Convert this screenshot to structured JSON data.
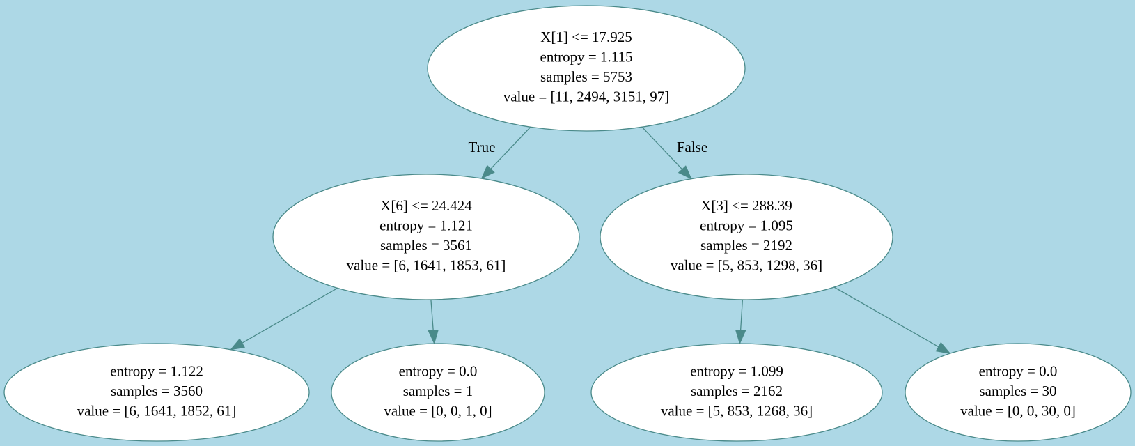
{
  "colors": {
    "background": "#add8e6",
    "node_fill": "#ffffff",
    "edge": "#4a8a8a"
  },
  "nodes": [
    {
      "id": "node-0",
      "lines": [
        "X[1] <= 17.925",
        "entropy = 1.115",
        "samples = 5753",
        "value = [11, 2494, 3151, 97]"
      ]
    },
    {
      "id": "node-1",
      "lines": [
        "X[6] <= 24.424",
        "entropy = 1.121",
        "samples = 3561",
        "value = [6, 1641, 1853, 61]"
      ]
    },
    {
      "id": "node-2",
      "lines": [
        "X[3] <= 288.39",
        "entropy = 1.095",
        "samples = 2192",
        "value = [5, 853, 1298, 36]"
      ]
    },
    {
      "id": "node-3",
      "lines": [
        "entropy = 1.122",
        "samples = 3560",
        "value = [6, 1641, 1852, 61]"
      ]
    },
    {
      "id": "node-4",
      "lines": [
        "entropy = 0.0",
        "samples = 1",
        "value = [0, 0, 1, 0]"
      ]
    },
    {
      "id": "node-5",
      "lines": [
        "entropy = 1.099",
        "samples = 2162",
        "value = [5, 853, 1268, 36]"
      ]
    },
    {
      "id": "node-6",
      "lines": [
        "entropy = 0.0",
        "samples = 30",
        "value = [0, 0, 30, 0]"
      ]
    }
  ],
  "edges": [
    {
      "from": "node-0",
      "to": "node-1",
      "label": "True"
    },
    {
      "from": "node-0",
      "to": "node-2",
      "label": "False"
    },
    {
      "from": "node-1",
      "to": "node-3",
      "label": ""
    },
    {
      "from": "node-1",
      "to": "node-4",
      "label": ""
    },
    {
      "from": "node-2",
      "to": "node-5",
      "label": ""
    },
    {
      "from": "node-2",
      "to": "node-6",
      "label": ""
    }
  ]
}
